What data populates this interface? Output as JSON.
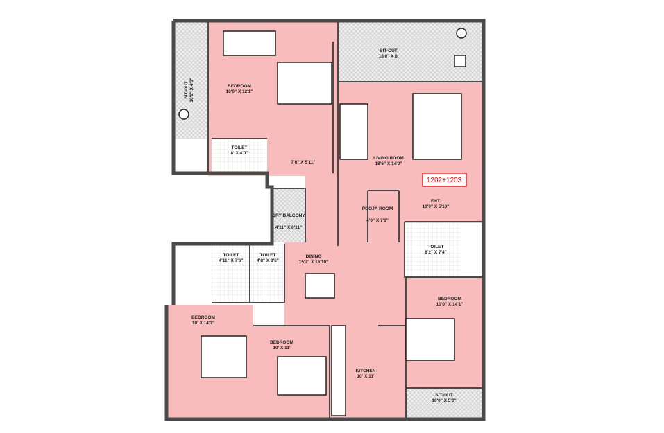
{
  "plan": {
    "unit_tag": "1202+1203",
    "rooms": [
      {
        "name": "SIT-OUT",
        "size": "10'1\" X 4'0\""
      },
      {
        "name": "BEDROOM",
        "size": "16'0\" X 12'1\""
      },
      {
        "name": "TOILET",
        "size": "8' X 4'0\""
      },
      {
        "name": "",
        "size": "7'6\" X 5'11\""
      },
      {
        "name": "SIT-OUT",
        "size": "18'0\" X 8'"
      },
      {
        "name": "LIVING ROOM",
        "size": "18'6\" X 14'0\""
      },
      {
        "name": "ENT.",
        "size": "10'0\" X 5'10\""
      },
      {
        "name": "POOJA ROOM",
        "size": "4'0\" X 7'1\""
      },
      {
        "name": "TOILET",
        "size": "8'2\" X 7'4\""
      },
      {
        "name": "DRY BALCONY",
        "size": "4'11\" X 8'11\""
      },
      {
        "name": "TOILET",
        "size": "4'11\" X 7'6\""
      },
      {
        "name": "TOILET",
        "size": "4'8\" X 8'6\""
      },
      {
        "name": "DINING",
        "size": "15'7\" X 16'10\""
      },
      {
        "name": "BEDROOM",
        "size": "10' X 14'3\""
      },
      {
        "name": "BEDROOM",
        "size": "10' X 11'"
      },
      {
        "name": "KITCHEN",
        "size": "10' X 11'"
      },
      {
        "name": "BEDROOM",
        "size": "10'0\" X 14'1\""
      },
      {
        "name": "SIT-OUT",
        "size": "10'0\" X 5'0\""
      }
    ]
  },
  "colors": {
    "room": "#f8bcbc",
    "wall": "#4a4a4a",
    "tag": "#e00000"
  }
}
